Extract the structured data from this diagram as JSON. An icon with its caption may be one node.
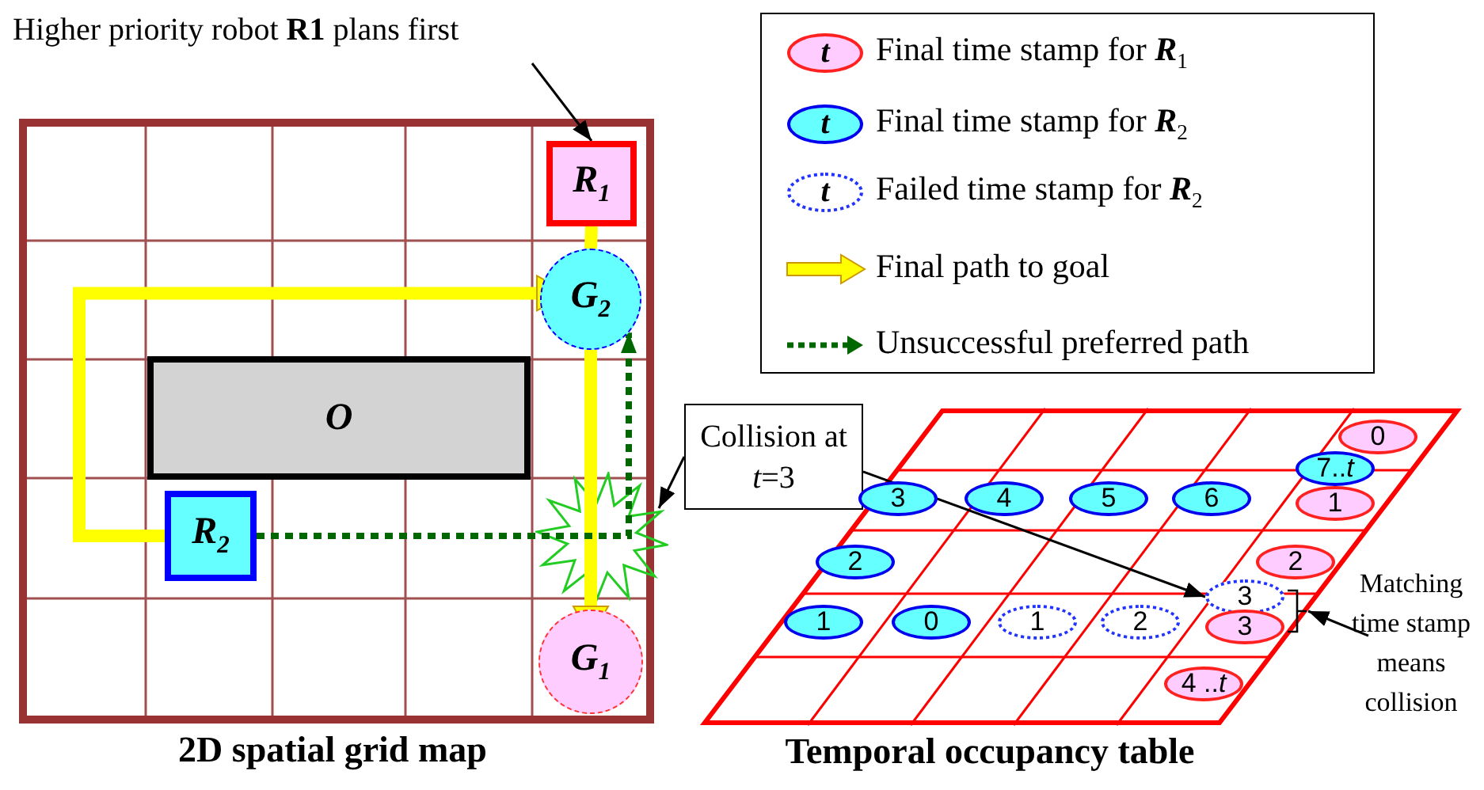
{
  "diagram": {
    "nodes": [
      {
        "text": [
          "Higher priority robot **R1** plans first"
        ]
      },
      {
        "text": [
          "2D spatial grid map"
        ]
      },
      {
        "text": [
          "R$_{1}$"
        ],
        "in": 1
      },
      {
        "text": [
          "G$_{2}$"
        ],
        "in": 1
      },
      {
        "text": [
          "O"
        ],
        "in": 1
      },
      {
        "text": [
          "R$_{2}$"
        ],
        "in": 1
      },
      {
        "text": [
          "G$_{1}$"
        ],
        "in": 1
      },
      {
        "text": [
          "Collision at *t*=3"
        ]
      },
      {
        "text": [
          "Temporal occupancy table"
        ]
      },
      {
        "text": [
          "0"
        ],
        "in": 8
      },
      {
        "text": [
          "7..*t*"
        ],
        "in": 8
      },
      {
        "text": [
          "3"
        ],
        "in": 8
      },
      {
        "text": [
          "4"
        ],
        "in": 8
      },
      {
        "text": [
          "5"
        ],
        "in": 8
      },
      {
        "text": [
          "6"
        ],
        "in": 8
      },
      {
        "text": [
          "1"
        ],
        "in": 8
      },
      {
        "text": [
          "2"
        ],
        "in": 8
      },
      {
        "text": [
          "2"
        ],
        "in": 8
      },
      {
        "text": [
          "3"
        ],
        "in": 8
      },
      {
        "text": [
          "1"
        ],
        "in": 8
      },
      {
        "text": [
          "0"
        ],
        "in": 8
      },
      {
        "text": [
          "1"
        ],
        "in": 8
      },
      {
        "text": [
          "2"
        ],
        "in": 8
      },
      {
        "text": [
          "3"
        ],
        "in": 8
      },
      {
        "text": [
          "4 ..*t*"
        ],
        "in": 8
      },
      {
        "text": [],
        "shape": "bracket",
        "in": 8
      },
      {
        "text": [
          "Matching time stamp means collision"
        ]
      }
    ],
    "edges": [
      {
        "from": 0,
        "to": 2,
        "arrow": "to"
      },
      {
        "from": 2,
        "to": 3,
        "arrow": "none",
        "style": "thick",
        "color": "#ffff00"
      },
      {
        "from": 3,
        "to": 6,
        "arrow": "to",
        "style": "thick",
        "color": "#ffff00"
      },
      {
        "from": 5,
        "to": 3,
        "arrow": "to",
        "style": "thick",
        "color": "#ffff00"
      },
      {
        "from": 5,
        "to": 3,
        "arrow": "to",
        "style": "dashed",
        "color": "#006600"
      },
      {
        "from": 7,
        "to": null,
        "arrow": "to"
      },
      {
        "from": 7,
        "to": 18,
        "arrow": "to"
      },
      {
        "from": 26,
        "to": 25,
        "arrow": "to"
      }
    ],
    "labels": [
      "t",
      "t",
      "t"
    ],
    "legend": [
      {
        "text": "Final time stamp for **R**$_{1}$"
      },
      {
        "text": "Final time stamp for **R**$_{2}$"
      },
      {
        "text": "Failed time stamp for **R**$_{2}$"
      },
      {
        "text": "Final path to goal"
      },
      {
        "text": "Unsuccessful preferred path"
      }
    ]
  }
}
